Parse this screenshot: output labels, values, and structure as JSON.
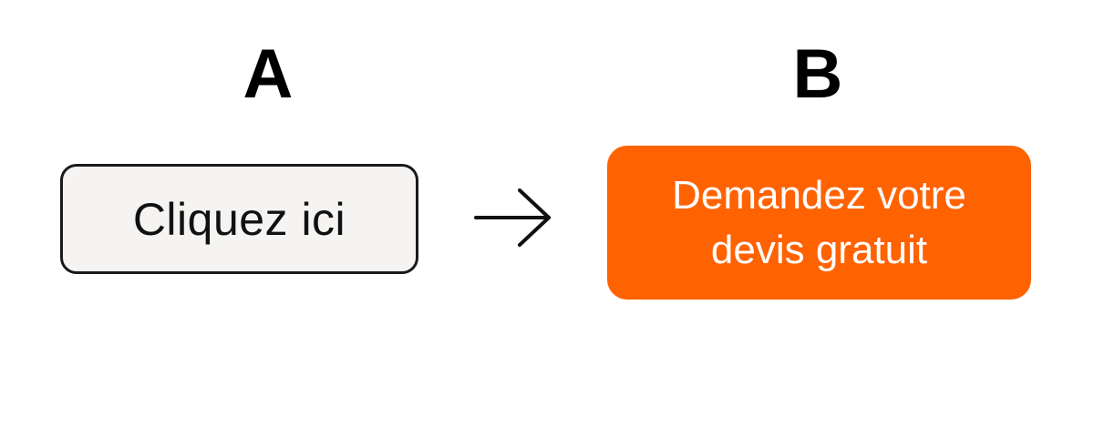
{
  "variant_a": {
    "heading": "A",
    "button_label": "Cliquez ici",
    "button_bg": "#f5f4f2",
    "button_border": "#1a1a1a"
  },
  "transition": {
    "icon": "arrow-right-icon"
  },
  "variant_b": {
    "heading": "B",
    "button_label": "Demandez votre\ndevis gratuit",
    "button_bg": "#ff6200",
    "button_text_color": "#ffffff"
  }
}
